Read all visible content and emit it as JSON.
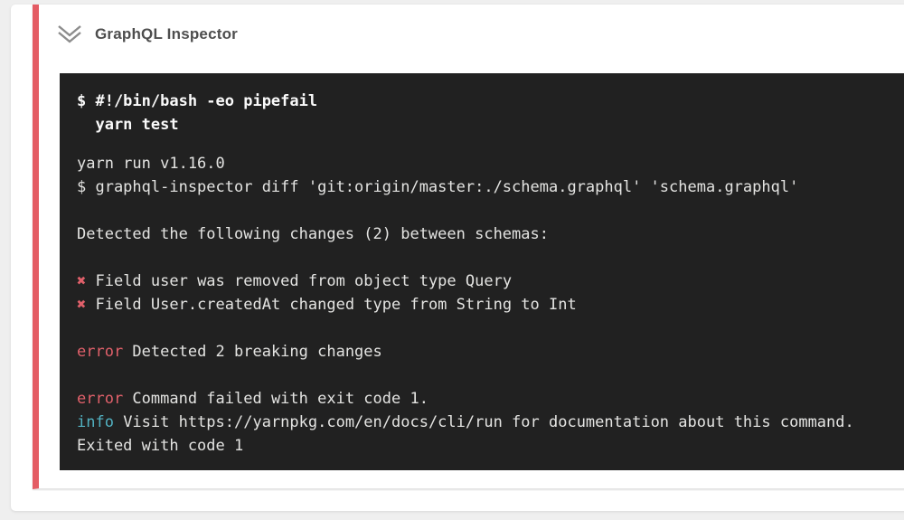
{
  "header": {
    "title": "GraphQL Inspector",
    "collapse_icon": "double-chevron-down-icon"
  },
  "colors": {
    "page_bg": "#efefef",
    "card_bg": "#ffffff",
    "stripe_red": "#e45c64",
    "terminal_bg": "#212121",
    "terminal_text": "#e4e4e2",
    "error_red": "#e0606a",
    "info_cyan": "#52b1c1"
  },
  "terminal": {
    "lines": [
      {
        "type": "text",
        "segments": [
          {
            "text": "$ #!/bin/bash -eo pipefail",
            "style": "bold"
          }
        ]
      },
      {
        "type": "text",
        "segments": [
          {
            "text": "  yarn test",
            "style": "bold"
          }
        ]
      },
      {
        "type": "spacer"
      },
      {
        "type": "text",
        "segments": [
          {
            "text": "yarn run v1.16.0",
            "style": "plain"
          }
        ]
      },
      {
        "type": "text",
        "segments": [
          {
            "text": "$ graphql-inspector diff 'git:origin/master:./schema.graphql' 'schema.graphql'",
            "style": "plain"
          }
        ]
      },
      {
        "type": "blank"
      },
      {
        "type": "text",
        "segments": [
          {
            "text": "Detected the following changes (2) between schemas:",
            "style": "plain"
          }
        ]
      },
      {
        "type": "blank"
      },
      {
        "type": "text",
        "segments": [
          {
            "text": "✖",
            "style": "error-bold"
          },
          {
            "text": " Field user was removed from object type Query",
            "style": "plain"
          }
        ]
      },
      {
        "type": "text",
        "segments": [
          {
            "text": "✖",
            "style": "error-bold"
          },
          {
            "text": " Field User.createdAt changed type from String to Int",
            "style": "plain"
          }
        ]
      },
      {
        "type": "blank"
      },
      {
        "type": "text",
        "segments": [
          {
            "text": "error",
            "style": "error"
          },
          {
            "text": " Detected 2 breaking changes",
            "style": "plain"
          }
        ]
      },
      {
        "type": "blank"
      },
      {
        "type": "text",
        "segments": [
          {
            "text": "error",
            "style": "error"
          },
          {
            "text": " Command failed with exit code 1.",
            "style": "plain"
          }
        ]
      },
      {
        "type": "text",
        "segments": [
          {
            "text": "info",
            "style": "info"
          },
          {
            "text": " Visit https://yarnpkg.com/en/docs/cli/run for documentation about this command.",
            "style": "plain"
          }
        ]
      },
      {
        "type": "text",
        "segments": [
          {
            "text": "Exited with code 1",
            "style": "plain"
          }
        ]
      }
    ]
  }
}
